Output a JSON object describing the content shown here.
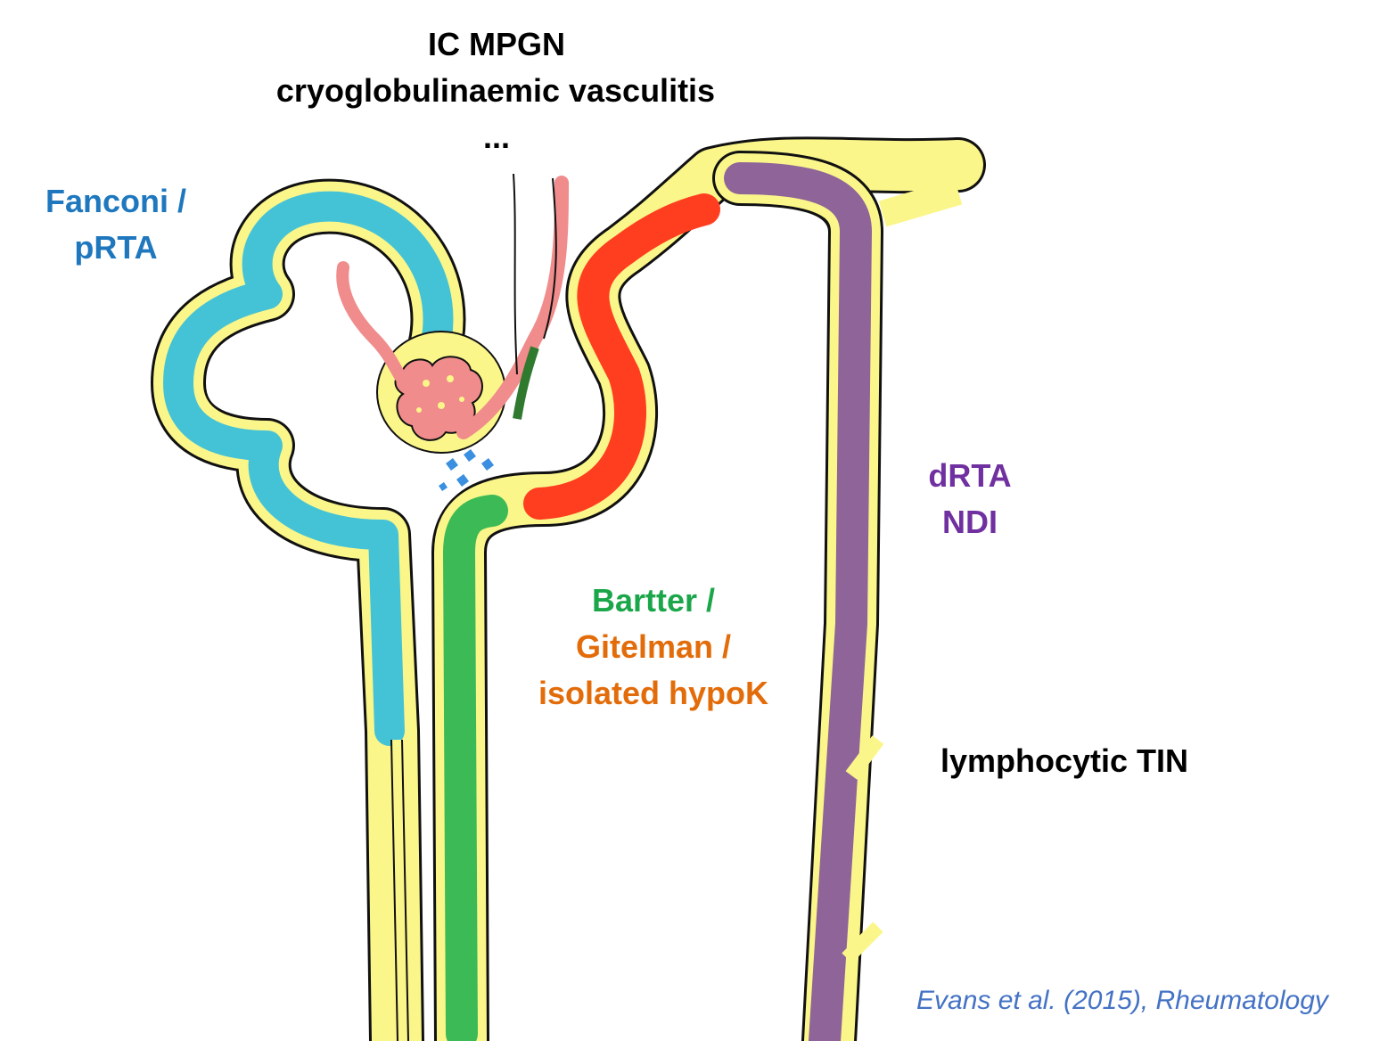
{
  "labels": {
    "top_line1": "IC MPGN",
    "top_line2": "cryoglobulinaemic vasculitis",
    "top_line3": "...",
    "fanconi_line1": "Fanconi /",
    "fanconi_line2": "pRTA",
    "drta_line1": "dRTA",
    "drta_line2": "NDI",
    "bartter": "Bartter /",
    "gitelman": "Gitelman /",
    "isolated": "isolated hypoK",
    "tin": "lymphocytic TIN",
    "citation": "Evans et al. (2015), Rheumatology"
  },
  "colors": {
    "tubule_fill": "#fbf68a",
    "tubule_outline": "#111111",
    "proximal": "#45c3d6",
    "loop": "#3cba55",
    "distal": "#ff3d1f",
    "collecting": "#8e6499",
    "vessel": "#f08c8c",
    "vessel_dark": "#2f7a2f",
    "macula_densa": "#3a8fe0",
    "fanconi_text": "#1f78be",
    "drta_text": "#7030a0",
    "bartter_text": "#1ca64a",
    "gitelman_text": "#e36c0a",
    "black_text": "#000000",
    "citation_text": "#4472c4"
  }
}
